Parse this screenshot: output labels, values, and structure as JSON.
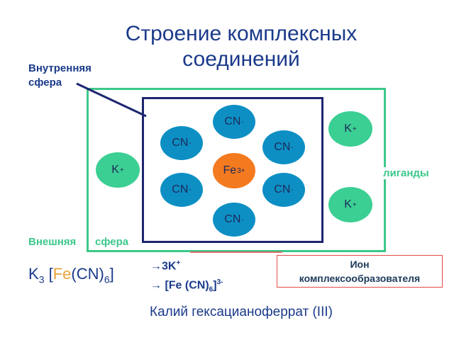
{
  "title": "Строение комплексных соединений",
  "inner_sphere_label": {
    "line1": "Внутренняя",
    "line2": "сфера"
  },
  "outer_sphere_label": {
    "word1": "Внешняя",
    "word2": "сфера"
  },
  "ligand_label": "лиганды",
  "ions": {
    "cn": {
      "symbol": "CN",
      "charge": "-"
    },
    "fe": {
      "symbol": "Fe",
      "charge": "3+"
    },
    "k": {
      "symbol": "K",
      "charge": "+"
    }
  },
  "formula": {
    "k": "K",
    "k_sub": "3",
    "open": "[",
    "fe": "Fe",
    "cn": "(CN)",
    "cn_sub": "6",
    "close": "]"
  },
  "dissociation": {
    "line1_arrow": "→",
    "line1_text": "3K",
    "line1_sup": "+",
    "line2_arrow": "→",
    "line2_text": "[Fe (CN)",
    "line2_sub": "6",
    "line2_close": "]",
    "line2_sup": "3-"
  },
  "ion_box": {
    "line1": "Ион",
    "line2": "комплексообразователя"
  },
  "compound_name": "Калий гексацианоферрат (III)",
  "colors": {
    "cn": "#0d8fc4",
    "k": "#3ccf93",
    "fe": "#f47a1f",
    "outer": "#3cc88a",
    "inner": "#1c2670",
    "text": "#1a3a8a",
    "ion_box_border": "#e24a4a"
  }
}
